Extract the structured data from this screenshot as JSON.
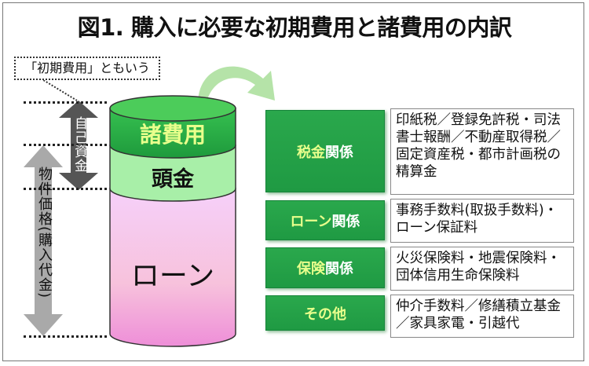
{
  "title": "図1. 購入に必要な初期費用と諸費用の内訳",
  "callout": "「初期費用」ともいう",
  "arrows": {
    "own_funds": "自己資金",
    "property_price": "物件価格(購入代金)"
  },
  "cylinder": {
    "top": "諸費用",
    "middle": "頭金",
    "bottom": "ローン"
  },
  "categories": [
    {
      "label_a": "税金",
      "label_b": "関係",
      "detail": "印紙税／登録免許税・司法書士報酬／不動産取得税／固定資産税・都市計画税の精算金"
    },
    {
      "label_a": "ローン",
      "label_b": "関係",
      "detail": "事務手数料(取扱手数料)・ローン保証料"
    },
    {
      "label_a": "保険",
      "label_b": "関係",
      "detail": "火災保険料・地震保険料・団体信用生命保険料"
    },
    {
      "label_a": "その他",
      "label_b": "",
      "detail": "仲介手数料／修繕積立基金／家具家電・引越代"
    }
  ],
  "colors": {
    "green": "#1f9a43",
    "label_yellow": "#e9ff8c",
    "loan_pink": "#f5b8f0"
  }
}
